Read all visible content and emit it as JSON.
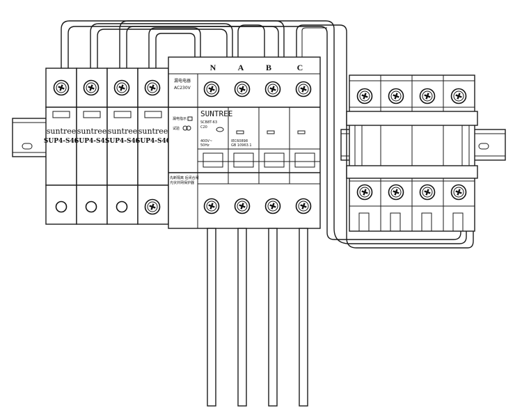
{
  "spd_modules": [
    {
      "brand": "suntree",
      "model": "SUP4-S40"
    },
    {
      "brand": "suntree",
      "model": "SUP4-S41"
    },
    {
      "brand": "suntree",
      "model": "SUP4-S40"
    },
    {
      "brand": "suntree",
      "model": "SUP4-S40"
    }
  ],
  "breaker": {
    "phase_labels": [
      "N",
      "A",
      "B",
      "C"
    ],
    "panel_title": "漏电电器",
    "panel_voltage": "AC230V",
    "brand": "SUNTREE",
    "model": "SCB8T-63",
    "rating": "C20",
    "voltage": "400V~",
    "freq": "50Hz",
    "standard": "IEC60898",
    "standard2": "GB 10963.1",
    "indicator_label": "漏电指示",
    "test_label": "试验",
    "bottom_note_1": "先断隔离 后闭合闸",
    "bottom_note_2": "光伏并网保护器"
  },
  "icons": {
    "terminal_screw": "terminal-screw-icon",
    "circle_terminal": "circle-terminal-icon"
  },
  "colors": {
    "line": "#1a1a1a",
    "background": "#ffffff"
  }
}
